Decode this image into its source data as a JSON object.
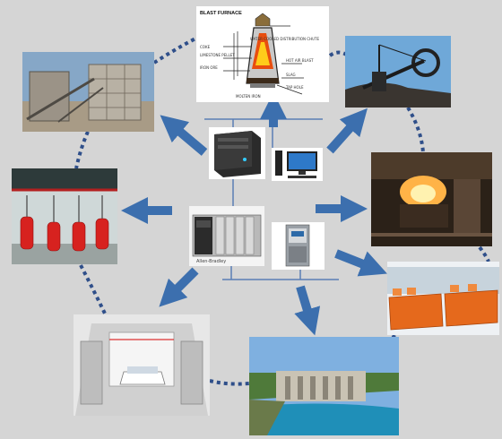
{
  "blast_furnace": {
    "title": "BLAST FURNACE",
    "labels": [
      "WATER COOLED DISTRIBUTION CHUTE",
      "COKE",
      "LIMESTONE PELLET",
      "IRON ORE",
      "HOT AIR BLAST",
      "SLAG",
      "TAP HOLE",
      "MOLTEN IRON"
    ]
  },
  "plc_rack": {
    "brand_label": "Allen-Bradley"
  },
  "colors": {
    "background": "#d5d5d5",
    "arrow": "#3c6fae",
    "connector": "#2f4f8a",
    "network_line": "#5b7fb5"
  }
}
